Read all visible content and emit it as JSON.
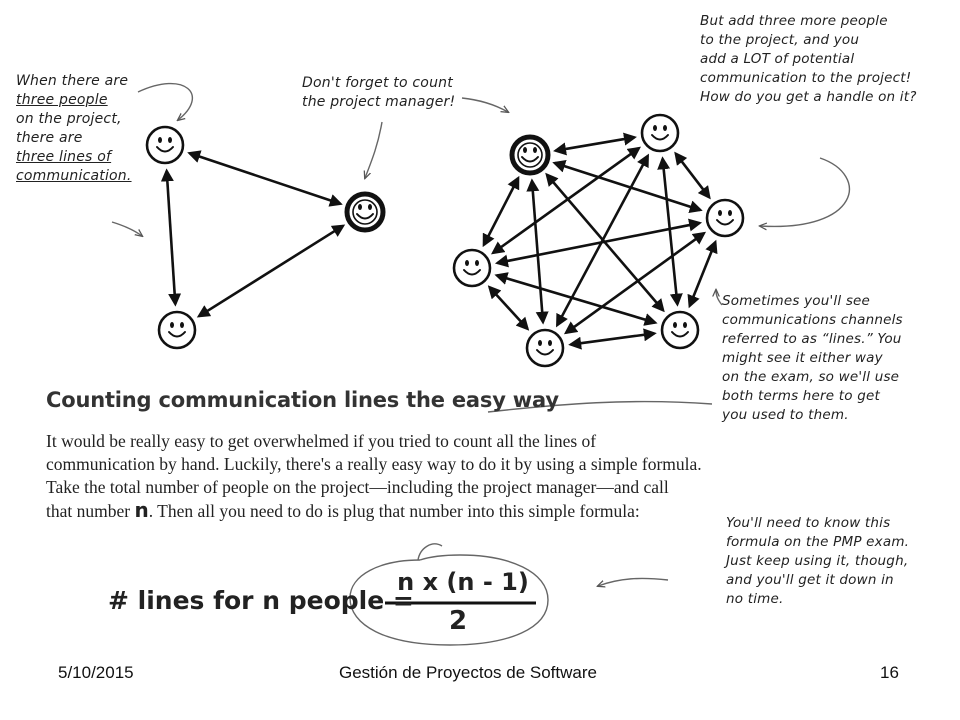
{
  "notes": {
    "three_people": [
      "When there are",
      "three people",
      "on the project,",
      "there are",
      "three lines of",
      "communication."
    ],
    "project_manager": [
      "Don't forget to count",
      "the project manager!"
    ],
    "add_three": [
      "But add three more people",
      "to the project, and you",
      "add a LOT of potential",
      "communication to the project!",
      "How do you get a handle on it?"
    ],
    "lines_term": [
      "Sometimes you'll see",
      "communications channels",
      "referred to as “lines.” You",
      "might see it either way",
      "on the exam, so we'll use",
      "both terms here to get",
      "you used to them."
    ],
    "formula_note": [
      "You'll need to know this",
      "formula on the PMP exam.",
      "Just keep using it, though,",
      "and you'll get it down in",
      "no time."
    ]
  },
  "section": {
    "heading": "Counting communication lines the easy way",
    "body_lines": [
      "It would be really easy to get overwhelmed if you tried to count all the lines of",
      "communication by hand. Luckily, there's a really easy way to do it by using a simple formula.",
      "Take the total number of people on the project—including the project manager—and call"
    ],
    "body_last_before": "that number ",
    "body_last_n": "n",
    "body_last_after": ". Then all you need to do is plug that number into this simple formula:"
  },
  "formula": {
    "lhs": "# lines for n people =",
    "numerator": "n x (n - 1)",
    "denominator": "2"
  },
  "footer": {
    "date": "5/10/2015",
    "title": "Gestión de Proyectos de Software",
    "page": "16"
  }
}
